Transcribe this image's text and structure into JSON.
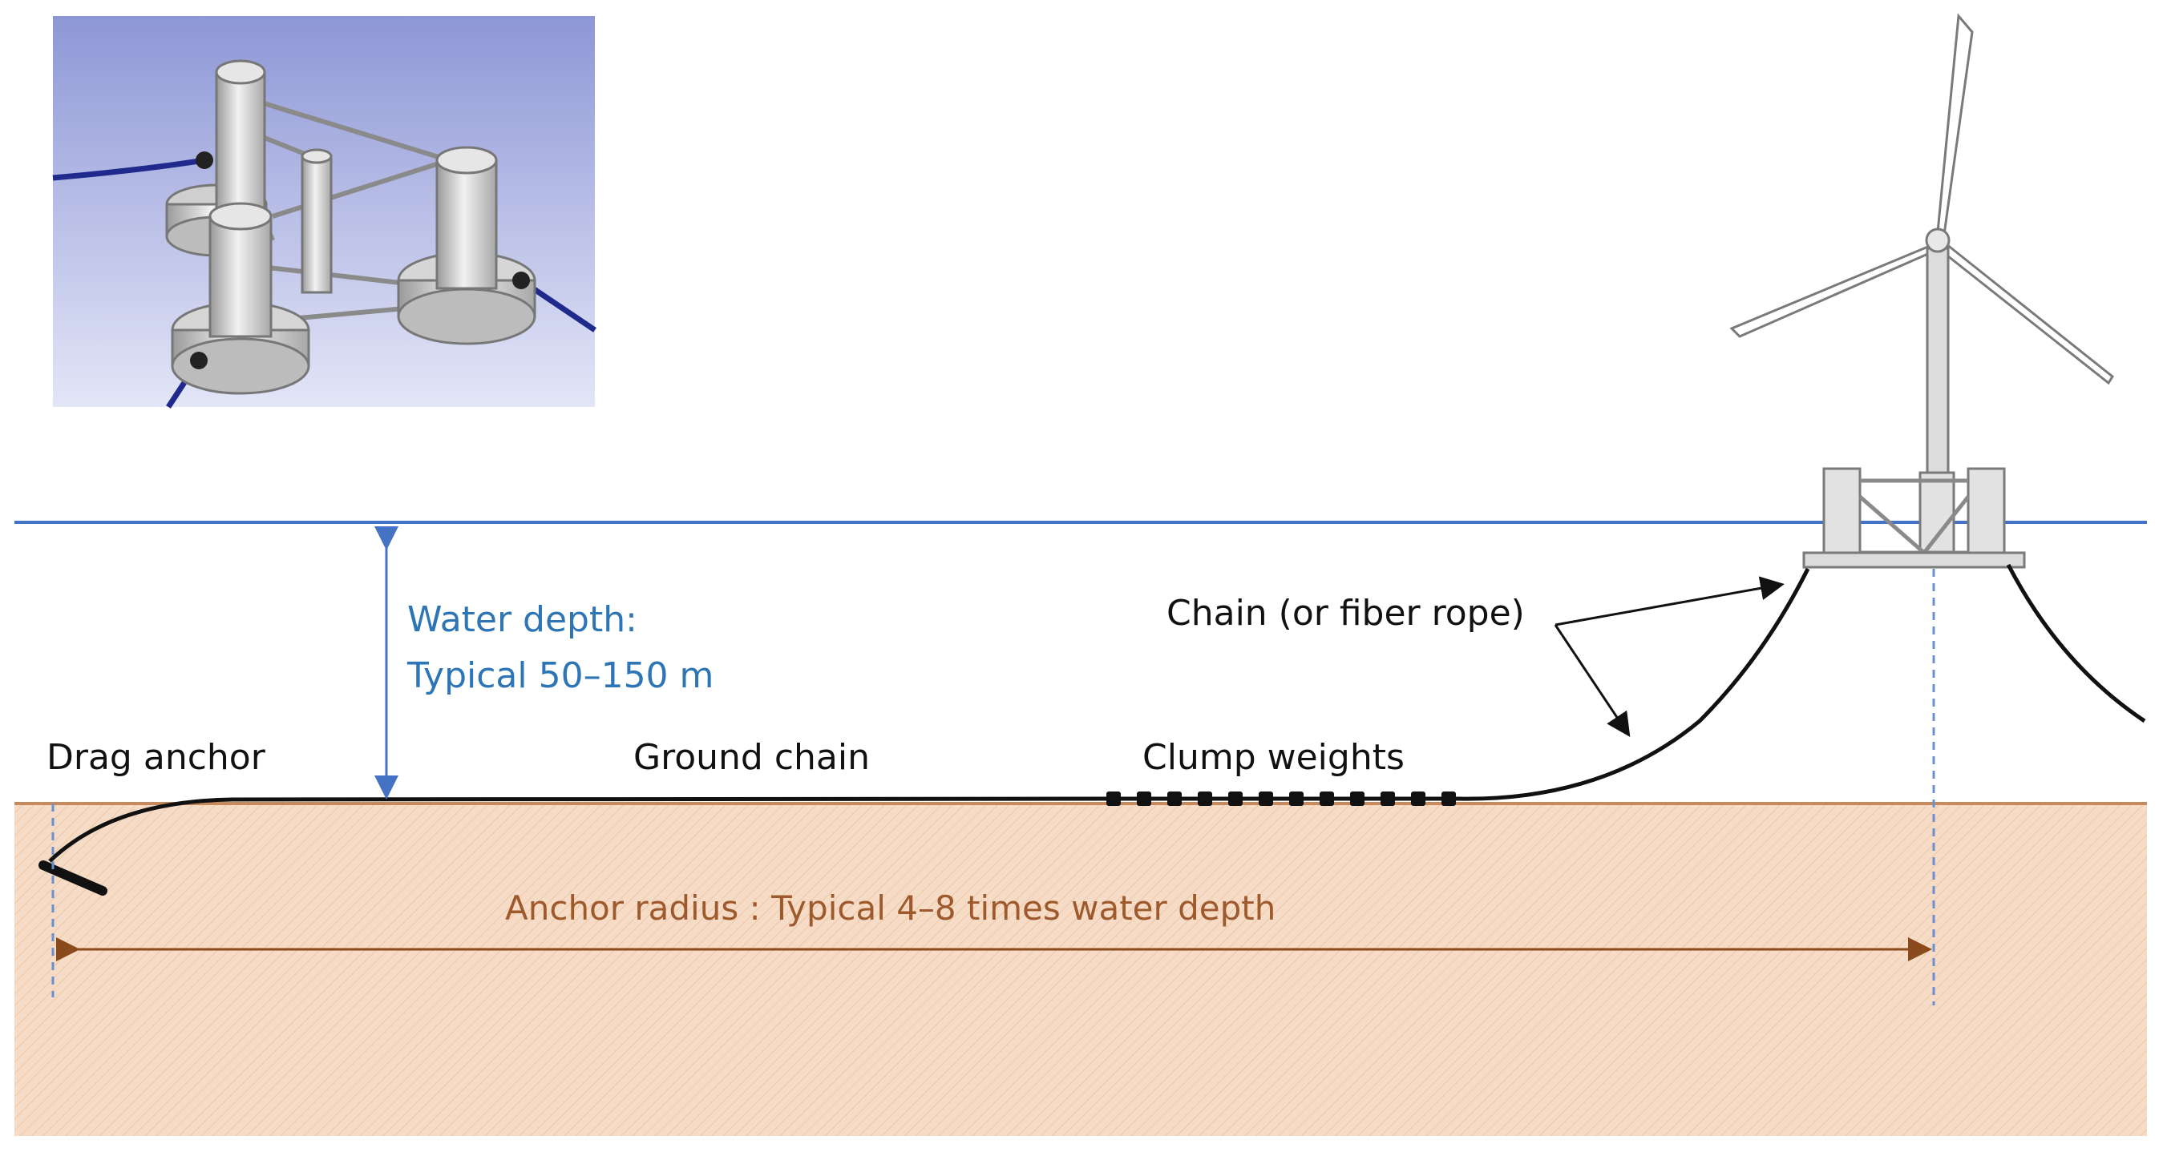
{
  "labels": {
    "water_depth_title": "Water depth:",
    "water_depth_value": "Typical 50–150 m",
    "drag_anchor": "Drag anchor",
    "ground_chain": "Ground chain",
    "clump_weights": "Clump weights",
    "chain_fiber": "Chain (or fiber rope)",
    "anchor_radius": "Anchor radius : Typical 4–8 times water depth"
  },
  "colors": {
    "sea_line": "#4472c4",
    "depth_text": "#2e75b6",
    "seabed_fill": "#f6dcc6",
    "seabed_line": "#c78a5c",
    "radius_text": "#9e5a2c",
    "radius_arrow": "#8a4a1c",
    "inset_bg_top": "#8e97d6",
    "inset_bg_bottom": "#dfe2f6",
    "mooring_line": "#1f2a8c",
    "turbine_gray": "#d6d6d6",
    "chain_black": "#111111"
  },
  "icons": {
    "inset": "semi-submersible-platform-3d-icon",
    "turbine": "floating-wind-turbine-icon",
    "anchor": "drag-anchor-icon"
  }
}
